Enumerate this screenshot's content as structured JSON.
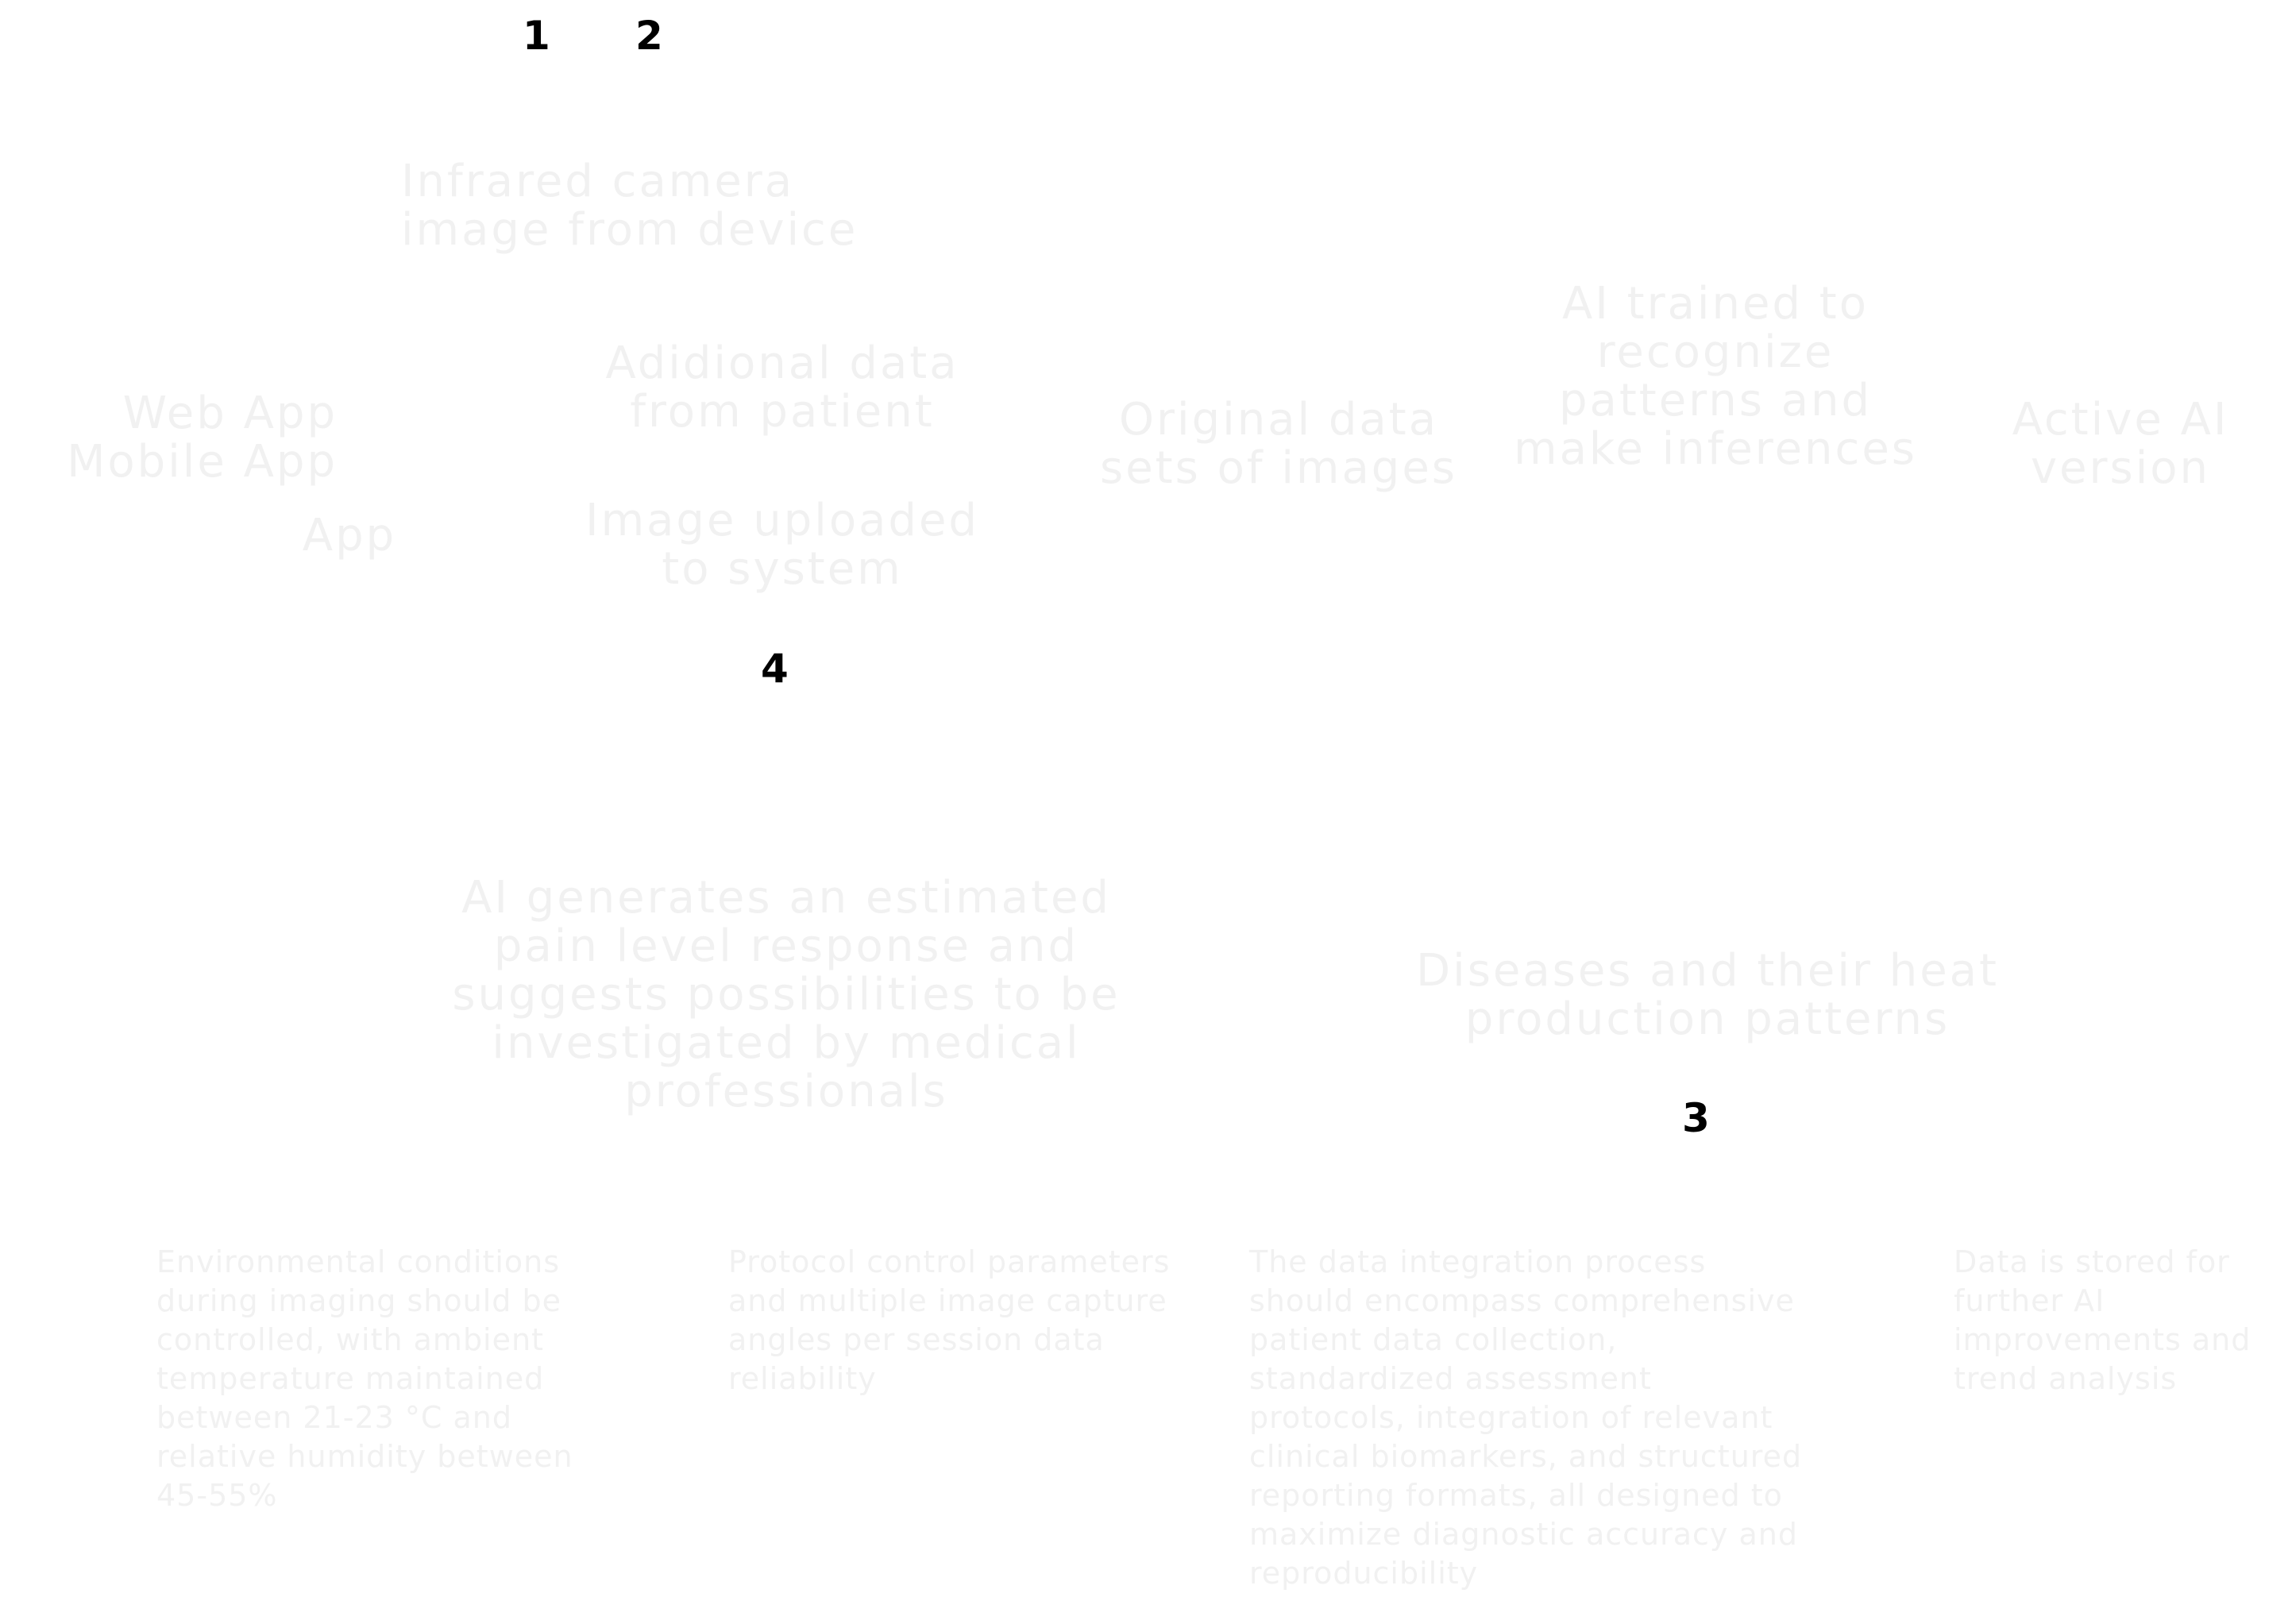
{
  "steps": {
    "s1": "1",
    "s2": "2",
    "s3": "3",
    "s4": "4"
  },
  "nodes": {
    "camera_image": "Infrared camera\nimage from device",
    "platforms": "Web App\nMobile App",
    "app": "App",
    "additional_data": "Adidional data\nfrom patient",
    "image_uploaded": "Image uploaded\nto system",
    "original_data": "Original data\nsets of images",
    "ai_trained": "AI trained to\nrecognize\npatterns and\nmake inferences",
    "active_ai": "Active AI\nversion",
    "ai_estimate": "AI generates an estimated\npain level response and\nsuggests possibilities to be\ninvestigated by medical\nprofessionals",
    "diseases": "Diseases and their heat\nproduction patterns"
  },
  "notes": {
    "environment": "Environmental\nconditions during\nimaging should be\ncontrolled, with ambient\ntemperature maintained\nbetween 21-23 °C and\nrelative humidity\nbetween 45-55%",
    "protocol": "Protocol control\nparameters and\nmultiple image\ncapture angles per\nsession data reliability",
    "integration": "The data integration process\nshould encompass\ncomprehensive patient data\ncollection, standardized\nassessment protocols,\nintegration of relevant clinical\nbiomarkers, and structured\nreporting formats, all designed\nto maximize diagnostic accuracy\nand reproducibility",
    "storage": "Data is stored\nfor further AI\nimprovements\nand trend\nanalysis"
  },
  "colors": {
    "faded_text": "#f1f1f1",
    "step_number": "#000000",
    "background": "#ffffff"
  }
}
